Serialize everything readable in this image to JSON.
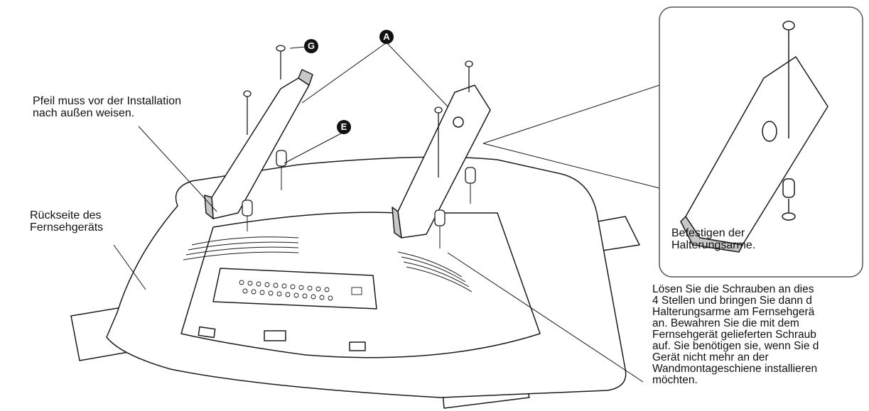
{
  "labels": {
    "arrow_note": "Pfeil muss vor der Installation\nnach außen weisen.",
    "tv_back": "Rückseite des\nFernsehgeräts",
    "attach_arms": "Befestigen der\nHalterungsarme.",
    "instruction": "Lösen Sie die Schrauben an dies\n4 Stellen und bringen Sie dann d\nHalterungsarme am Fernsehgerä\nan. Bewahren Sie die mit dem\nFernsehgerät gelieferten Schraub\nauf. Sie benötigen sie, wenn Sie d\nGerät nicht mehr an der\nWandmontageschiene installieren\nmöchten."
  },
  "markers": {
    "g": "G",
    "a": "A",
    "e": "E"
  },
  "colors": {
    "line": "#1a1a1a",
    "fill": "#ffffff",
    "shade": "#c8c8c8",
    "inset_border": "#555555"
  }
}
